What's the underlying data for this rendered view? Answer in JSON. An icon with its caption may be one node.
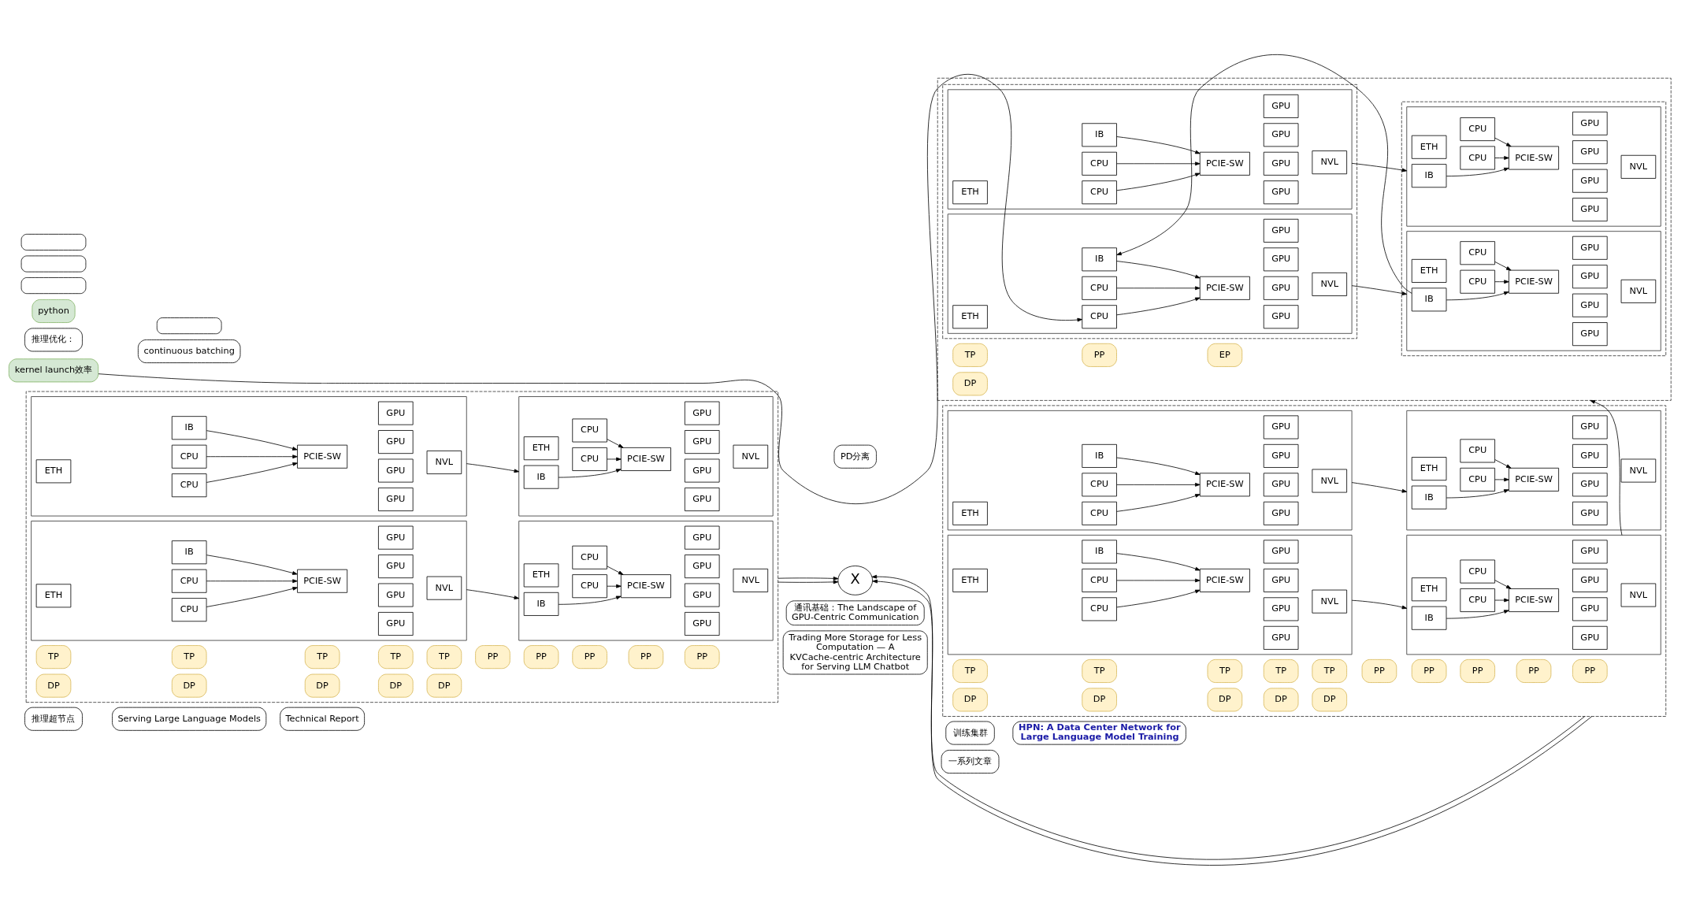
{
  "diagram": {
    "nodes": [
      {
        "text": [
          "Trading More Storage for Less Computation — A KVCache-centric Architecture for Serving LLM Chatbot"
        ]
      },
      {
        "text": [
          "推理超节点"
        ]
      },
      {
        "text": [
          "Serving Large Language Models"
        ]
      },
      {
        "text": [
          "Technical Report"
        ]
      },
      {
        "text": [
          "通讯基础：The Landscape of GPU-Centric Communication"
        ]
      },
      {
        "text": [
          "训练集群"
        ]
      },
      {
        "text": [
          "HPN: A Data Center Network for Large Language Model Training"
        ]
      },
      {
        "text": [],
        "shape": "box"
      },
      {
        "text": [
          "TP"
        ],
        "in": 7
      },
      {
        "text": [
          "TP"
        ],
        "in": 7
      },
      {
        "text": [
          "TP"
        ],
        "in": 7
      },
      {
        "text": [
          "TP"
        ],
        "in": 7
      },
      {
        "text": [
          "TP"
        ],
        "in": 7
      },
      {
        "text": [
          "PP"
        ],
        "in": 7
      },
      {
        "text": [
          "PP"
        ],
        "in": 7
      },
      {
        "text": [
          "PP"
        ],
        "in": 7
      },
      {
        "text": [
          "PP"
        ],
        "in": 7
      },
      {
        "text": [
          "PP"
        ],
        "in": 7
      },
      {
        "text": [
          "DP"
        ],
        "in": 7
      },
      {
        "text": [
          "DP"
        ],
        "in": 7
      },
      {
        "text": [
          "DP"
        ],
        "in": 7
      },
      {
        "text": [
          "DP"
        ],
        "in": 7
      },
      {
        "text": [
          "DP"
        ],
        "in": 7
      },
      {
        "text": [],
        "shape": "box",
        "in": 7
      },
      {
        "text": [
          "IB"
        ],
        "in": 23
      },
      {
        "text": [
          "ETH"
        ],
        "in": 23
      },
      {
        "text": [
          "CPU"
        ],
        "in": 23
      },
      {
        "text": [
          "CPU"
        ],
        "in": 23
      },
      {
        "text": [
          "PCIE-SW"
        ],
        "in": 23
      },
      {
        "text": [
          "GPU"
        ],
        "in": 23
      },
      {
        "text": [
          "GPU"
        ],
        "in": 23
      },
      {
        "text": [
          "GPU"
        ],
        "in": 23
      },
      {
        "text": [
          "GPU"
        ],
        "in": 23
      },
      {
        "text": [
          "NVL"
        ],
        "in": 23
      },
      {
        "text": [],
        "shape": "box",
        "in": 7
      },
      {
        "text": [
          "IB"
        ],
        "in": 34
      },
      {
        "text": [
          "ETH"
        ],
        "in": 34
      },
      {
        "text": [
          "CPU"
        ],
        "in": 34
      },
      {
        "text": [
          "CPU"
        ],
        "in": 34
      },
      {
        "text": [
          "PCIE-SW"
        ],
        "in": 34
      },
      {
        "text": [
          "GPU"
        ],
        "in": 34
      },
      {
        "text": [
          "GPU"
        ],
        "in": 34
      },
      {
        "text": [
          "GPU"
        ],
        "in": 34
      },
      {
        "text": [
          "GPU"
        ],
        "in": 34
      },
      {
        "text": [
          "NVL"
        ],
        "in": 34
      },
      {
        "text": [],
        "shape": "box",
        "in": 7
      },
      {
        "text": [
          "IB"
        ],
        "in": 45
      },
      {
        "text": [
          "ETH"
        ],
        "in": 45
      },
      {
        "text": [
          "CPU"
        ],
        "in": 45
      },
      {
        "text": [
          "CPU"
        ],
        "in": 45
      },
      {
        "text": [
          "PCIE-SW"
        ],
        "in": 45
      },
      {
        "text": [
          "GPU"
        ],
        "in": 45
      },
      {
        "text": [
          "GPU"
        ],
        "in": 45
      },
      {
        "text": [
          "GPU"
        ],
        "in": 45
      },
      {
        "text": [
          "GPU"
        ],
        "in": 45
      },
      {
        "text": [
          "NVL"
        ],
        "in": 45
      },
      {
        "text": [],
        "shape": "box",
        "in": 7
      },
      {
        "text": [
          "IB"
        ],
        "in": 56
      },
      {
        "text": [
          "ETH"
        ],
        "in": 56
      },
      {
        "text": [
          "CPU"
        ],
        "in": 56
      },
      {
        "text": [
          "CPU"
        ],
        "in": 56
      },
      {
        "text": [
          "PCIE-SW"
        ],
        "in": 56
      },
      {
        "text": [
          "GPU"
        ],
        "in": 56
      },
      {
        "text": [
          "GPU"
        ],
        "in": 56
      },
      {
        "text": [
          "GPU"
        ],
        "in": 56
      },
      {
        "text": [
          "GPU"
        ],
        "in": 56
      },
      {
        "text": [
          "NVL"
        ],
        "in": 56
      },
      {
        "text": [
          "X"
        ]
      },
      {
        "text": [
          "PD分离"
        ]
      },
      {
        "text": [],
        "shape": "box"
      },
      {
        "text": [
          "TP"
        ],
        "in": 69
      },
      {
        "text": [
          "TP"
        ],
        "in": 69
      },
      {
        "text": [
          "TP"
        ],
        "in": 69
      },
      {
        "text": [
          "TP"
        ],
        "in": 69
      },
      {
        "text": [
          "TP"
        ],
        "in": 69
      },
      {
        "text": [
          "PP"
        ],
        "in": 69
      },
      {
        "text": [
          "PP"
        ],
        "in": 69
      },
      {
        "text": [
          "PP"
        ],
        "in": 69
      },
      {
        "text": [
          "PP"
        ],
        "in": 69
      },
      {
        "text": [
          "PP"
        ],
        "in": 69
      },
      {
        "text": [
          "DP"
        ],
        "in": 69
      },
      {
        "text": [
          "DP"
        ],
        "in": 69
      },
      {
        "text": [
          "DP"
        ],
        "in": 69
      },
      {
        "text": [
          "DP"
        ],
        "in": 69
      },
      {
        "text": [
          "DP"
        ],
        "in": 69
      },
      {
        "text": [],
        "shape": "box",
        "in": 69
      },
      {
        "text": [
          "IB"
        ],
        "in": 85
      },
      {
        "text": [
          "ETH"
        ],
        "in": 85
      },
      {
        "text": [
          "CPU"
        ],
        "in": 85
      },
      {
        "text": [
          "CPU"
        ],
        "in": 85
      },
      {
        "text": [
          "PCIE-SW"
        ],
        "in": 85
      },
      {
        "text": [
          "GPU"
        ],
        "in": 85
      },
      {
        "text": [
          "GPU"
        ],
        "in": 85
      },
      {
        "text": [
          "GPU"
        ],
        "in": 85
      },
      {
        "text": [
          "GPU"
        ],
        "in": 85
      },
      {
        "text": [
          "NVL"
        ],
        "in": 85
      },
      {
        "text": [],
        "shape": "box",
        "in": 69
      },
      {
        "text": [
          "IB"
        ],
        "in": 96
      },
      {
        "text": [
          "ETH"
        ],
        "in": 96
      },
      {
        "text": [
          "CPU"
        ],
        "in": 96
      },
      {
        "text": [
          "CPU"
        ],
        "in": 96
      },
      {
        "text": [
          "PCIE-SW"
        ],
        "in": 96
      },
      {
        "text": [
          "GPU"
        ],
        "in": 96
      },
      {
        "text": [
          "GPU"
        ],
        "in": 96
      },
      {
        "text": [
          "GPU"
        ],
        "in": 96
      },
      {
        "text": [
          "GPU"
        ],
        "in": 96
      },
      {
        "text": [
          "NVL"
        ],
        "in": 96
      },
      {
        "text": [],
        "shape": "box",
        "in": 69
      },
      {
        "text": [
          "IB"
        ],
        "in": 107
      },
      {
        "text": [
          "ETH"
        ],
        "in": 107
      },
      {
        "text": [
          "CPU"
        ],
        "in": 107
      },
      {
        "text": [
          "CPU"
        ],
        "in": 107
      },
      {
        "text": [
          "PCIE-SW"
        ],
        "in": 107
      },
      {
        "text": [
          "GPU"
        ],
        "in": 107
      },
      {
        "text": [
          "GPU"
        ],
        "in": 107
      },
      {
        "text": [
          "GPU"
        ],
        "in": 107
      },
      {
        "text": [
          "GPU"
        ],
        "in": 107
      },
      {
        "text": [
          "NVL"
        ],
        "in": 107
      },
      {
        "text": [],
        "shape": "box",
        "in": 69
      },
      {
        "text": [
          "IB"
        ],
        "in": 118
      },
      {
        "text": [
          "ETH"
        ],
        "in": 118
      },
      {
        "text": [
          "CPU"
        ],
        "in": 118
      },
      {
        "text": [
          "CPU"
        ],
        "in": 118
      },
      {
        "text": [
          "PCIE-SW"
        ],
        "in": 118
      },
      {
        "text": [
          "GPU"
        ],
        "in": 118
      },
      {
        "text": [
          "GPU"
        ],
        "in": 118
      },
      {
        "text": [
          "GPU"
        ],
        "in": 118
      },
      {
        "text": [
          "GPU"
        ],
        "in": 118
      },
      {
        "text": [
          "NVL"
        ],
        "in": 118
      },
      {
        "text": [
          "推理优化："
        ]
      },
      {
        "text": [],
        "shape": "box"
      },
      {
        "text": [
          "continuous batching"
        ]
      },
      {
        "text": [
          "一系列文章"
        ]
      },
      {
        "text": [],
        "shape": "box"
      },
      {
        "text": [
          "TP"
        ],
        "in": 133
      },
      {
        "text": [
          "PP"
        ],
        "in": 133
      },
      {
        "text": [
          "EP"
        ],
        "in": 133
      },
      {
        "text": [],
        "shape": "box",
        "in": 133
      },
      {
        "text": [],
        "shape": "box",
        "in": 133
      },
      {
        "text": [
          "DP"
        ],
        "in": 133
      },
      {
        "text": [],
        "shape": "box",
        "in": 137
      },
      {
        "text": [
          "IB"
        ],
        "in": 140
      },
      {
        "text": [
          "ETH"
        ],
        "in": 140
      },
      {
        "text": [
          "CPU"
        ],
        "in": 140
      },
      {
        "text": [
          "CPU"
        ],
        "in": 140
      },
      {
        "text": [
          "PCIE-SW"
        ],
        "in": 140
      },
      {
        "text": [
          "GPU"
        ],
        "in": 140
      },
      {
        "text": [
          "GPU"
        ],
        "in": 140
      },
      {
        "text": [
          "GPU"
        ],
        "in": 140
      },
      {
        "text": [
          "GPU"
        ],
        "in": 140
      },
      {
        "text": [
          "NVL"
        ],
        "in": 140
      },
      {
        "text": [],
        "shape": "box",
        "in": 138
      },
      {
        "text": [
          "IB"
        ],
        "in": 151
      },
      {
        "text": [
          "ETH"
        ],
        "in": 151
      },
      {
        "text": [
          "CPU"
        ],
        "in": 151
      },
      {
        "text": [
          "CPU"
        ],
        "in": 151
      },
      {
        "text": [
          "PCIE-SW"
        ],
        "in": 151
      },
      {
        "text": [
          "GPU"
        ],
        "in": 151
      },
      {
        "text": [
          "GPU"
        ],
        "in": 151
      },
      {
        "text": [
          "GPU"
        ],
        "in": 151
      },
      {
        "text": [
          "GPU"
        ],
        "in": 151
      },
      {
        "text": [
          "NVL"
        ],
        "in": 151
      },
      {
        "text": [],
        "shape": "box",
        "in": 137
      },
      {
        "text": [
          "IB"
        ],
        "in": 162
      },
      {
        "text": [
          "ETH"
        ],
        "in": 162
      },
      {
        "text": [
          "CPU"
        ],
        "in": 162
      },
      {
        "text": [
          "CPU"
        ],
        "in": 162
      },
      {
        "text": [
          "PCIE-SW"
        ],
        "in": 162
      },
      {
        "text": [
          "GPU"
        ],
        "in": 162
      },
      {
        "text": [
          "GPU"
        ],
        "in": 162
      },
      {
        "text": [
          "GPU"
        ],
        "in": 162
      },
      {
        "text": [
          "GPU"
        ],
        "in": 162
      },
      {
        "text": [
          "NVL"
        ],
        "in": 162
      },
      {
        "text": [],
        "shape": "box",
        "in": 138
      },
      {
        "text": [
          "IB"
        ],
        "in": 173
      },
      {
        "text": [
          "ETH"
        ],
        "in": 173
      },
      {
        "text": [
          "CPU"
        ],
        "in": 173
      },
      {
        "text": [
          "CPU"
        ],
        "in": 173
      },
      {
        "text": [
          "PCIE-SW"
        ],
        "in": 173
      },
      {
        "text": [
          "GPU"
        ],
        "in": 173
      },
      {
        "text": [
          "GPU"
        ],
        "in": 173
      },
      {
        "text": [
          "GPU"
        ],
        "in": 173
      },
      {
        "text": [
          "GPU"
        ],
        "in": 173
      },
      {
        "text": [
          "NVL"
        ],
        "in": 173
      },
      {
        "text": [
          "kernel launch效率"
        ]
      },
      {
        "text": [
          "python"
        ]
      },
      {
        "text": [],
        "shape": "box"
      },
      {
        "text": [],
        "shape": "box"
      },
      {
        "text": [],
        "shape": "box"
      }
    ],
    "edges": [
      {
        "from": 24,
        "to": 28,
        "arrow": "to"
      },
      {
        "from": 26,
        "to": 28,
        "arrow": "to"
      },
      {
        "from": 27,
        "to": 28,
        "arrow": "to"
      },
      {
        "from": 35,
        "to": 39,
        "arrow": "to"
      },
      {
        "from": 37,
        "to": 39,
        "arrow": "to"
      },
      {
        "from": 38,
        "to": 39,
        "arrow": "to"
      },
      {
        "from": 46,
        "to": 50,
        "arrow": "to"
      },
      {
        "from": 48,
        "to": 50,
        "arrow": "to"
      },
      {
        "from": 49,
        "to": 50,
        "arrow": "to"
      },
      {
        "from": 57,
        "to": 61,
        "arrow": "to"
      },
      {
        "from": 59,
        "to": 61,
        "arrow": "to"
      },
      {
        "from": 60,
        "to": 61,
        "arrow": "to"
      },
      {
        "from": 23,
        "to": 34,
        "arrow": "to"
      },
      {
        "from": 45,
        "to": 56,
        "arrow": "to"
      },
      {
        "from": 7,
        "to": 67,
        "arrow": "to"
      },
      {
        "from": 7,
        "to": 67,
        "arrow": "to"
      },
      {
        "from": 69,
        "to": 67,
        "arrow": "to"
      },
      {
        "from": 69,
        "to": 67,
        "arrow": "to"
      },
      {
        "from": 86,
        "to": 90,
        "arrow": "to"
      },
      {
        "from": 88,
        "to": 90,
        "arrow": "to"
      },
      {
        "from": 89,
        "to": 90,
        "arrow": "to"
      },
      {
        "from": 97,
        "to": 101,
        "arrow": "to"
      },
      {
        "from": 99,
        "to": 101,
        "arrow": "to"
      },
      {
        "from": 100,
        "to": 101,
        "arrow": "to"
      },
      {
        "from": 108,
        "to": 112,
        "arrow": "to"
      },
      {
        "from": 110,
        "to": 112,
        "arrow": "to"
      },
      {
        "from": 111,
        "to": 112,
        "arrow": "to"
      },
      {
        "from": 119,
        "to": 123,
        "arrow": "to"
      },
      {
        "from": 121,
        "to": 123,
        "arrow": "to"
      },
      {
        "from": 122,
        "to": 123,
        "arrow": "to"
      },
      {
        "from": 85,
        "to": 96,
        "arrow": "to"
      },
      {
        "from": 107,
        "to": 118,
        "arrow": "to"
      },
      {
        "from": 118,
        "to": 133,
        "arrow": "to"
      },
      {
        "from": 141,
        "to": 145,
        "arrow": "to"
      },
      {
        "from": 143,
        "to": 145,
        "arrow": "to"
      },
      {
        "from": 144,
        "to": 145,
        "arrow": "to"
      },
      {
        "from": 152,
        "to": 156,
        "arrow": "to"
      },
      {
        "from": 154,
        "to": 156,
        "arrow": "to"
      },
      {
        "from": 155,
        "to": 156,
        "arrow": "to"
      },
      {
        "from": 163,
        "to": 167,
        "arrow": "to"
      },
      {
        "from": 165,
        "to": 167,
        "arrow": "to"
      },
      {
        "from": 166,
        "to": 167,
        "arrow": "to"
      },
      {
        "from": 174,
        "to": 178,
        "arrow": "to"
      },
      {
        "from": 176,
        "to": 178,
        "arrow": "to"
      },
      {
        "from": 177,
        "to": 178,
        "arrow": "to"
      },
      {
        "from": 152,
        "to": 141,
        "arrow": "to"
      },
      {
        "from": 140,
        "to": 151,
        "arrow": "to"
      },
      {
        "from": 162,
        "to": 173,
        "arrow": "to"
      },
      {
        "from": 184,
        "to": 143,
        "arrow": "to"
      }
    ]
  }
}
